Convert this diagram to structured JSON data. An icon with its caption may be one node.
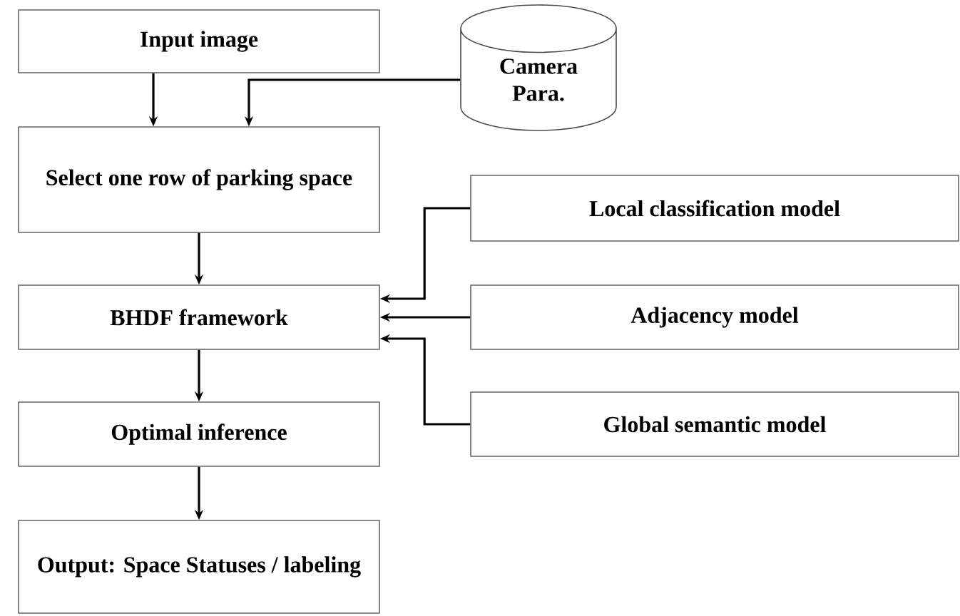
{
  "diagram": {
    "nodes": [
      {
        "text": [
          "Input image"
        ]
      },
      {
        "text": [
          "Camera Para."
        ]
      },
      {
        "text": [
          "Select one row of parking space"
        ]
      },
      {
        "text": [
          "Local classification model"
        ]
      },
      {
        "text": [
          "BHDF framework"
        ]
      },
      {
        "text": [
          "Adjacency model"
        ]
      },
      {
        "text": [
          "Optimal inference"
        ]
      },
      {
        "text": [
          "Global semantic model"
        ]
      },
      {
        "text": [
          "Output: Space Statuses / labeling"
        ]
      }
    ],
    "edges": [
      {
        "from": 0,
        "to": 2,
        "arrow": "to"
      },
      {
        "from": 1,
        "to": 2,
        "arrow": "to"
      },
      {
        "from": 2,
        "to": 4,
        "arrow": "to"
      },
      {
        "from": 3,
        "to": 4,
        "arrow": "to"
      },
      {
        "from": 5,
        "to": 4,
        "arrow": "to"
      },
      {
        "from": 7,
        "to": 4,
        "arrow": "to"
      },
      {
        "from": 4,
        "to": 6,
        "arrow": "to"
      },
      {
        "from": 6,
        "to": 8,
        "arrow": "to"
      }
    ]
  }
}
